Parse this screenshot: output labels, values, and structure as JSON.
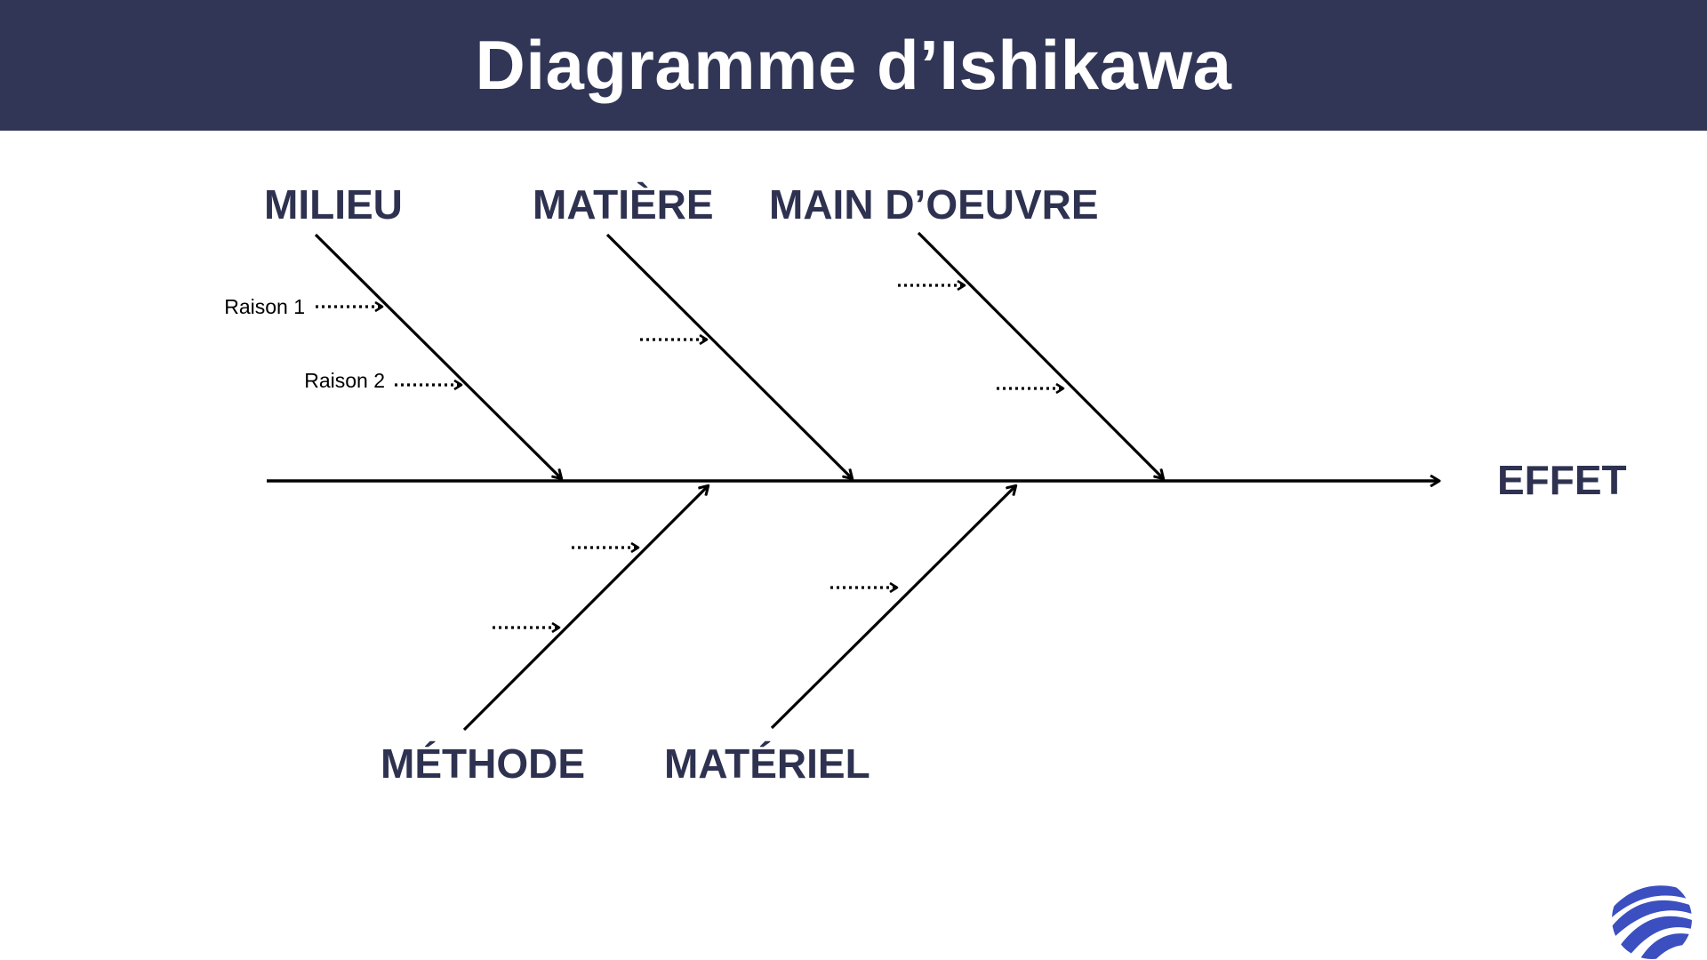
{
  "title": "Diagramme d’Ishikawa",
  "effect": "EFFET",
  "categories": {
    "milieu": {
      "label": "MILIEU",
      "reasons": [
        "Raison 1",
        "Raison 2"
      ]
    },
    "matiere": {
      "label": "MATIÈRE",
      "reasons": [
        "",
        ""
      ]
    },
    "main_oeuvre": {
      "label": "MAIN D’OEUVRE",
      "reasons": [
        "",
        ""
      ]
    },
    "methode": {
      "label": "MÉTHODE",
      "reasons": [
        "",
        ""
      ]
    },
    "materiel": {
      "label": "MATÉRIEL",
      "reasons": [
        ""
      ]
    }
  },
  "colors": {
    "header_bg": "#323656",
    "label_text": "#2e3250",
    "line": "#000000",
    "logo": "#3b4fc0"
  },
  "icons": {
    "logo": "company-logo-icon"
  }
}
